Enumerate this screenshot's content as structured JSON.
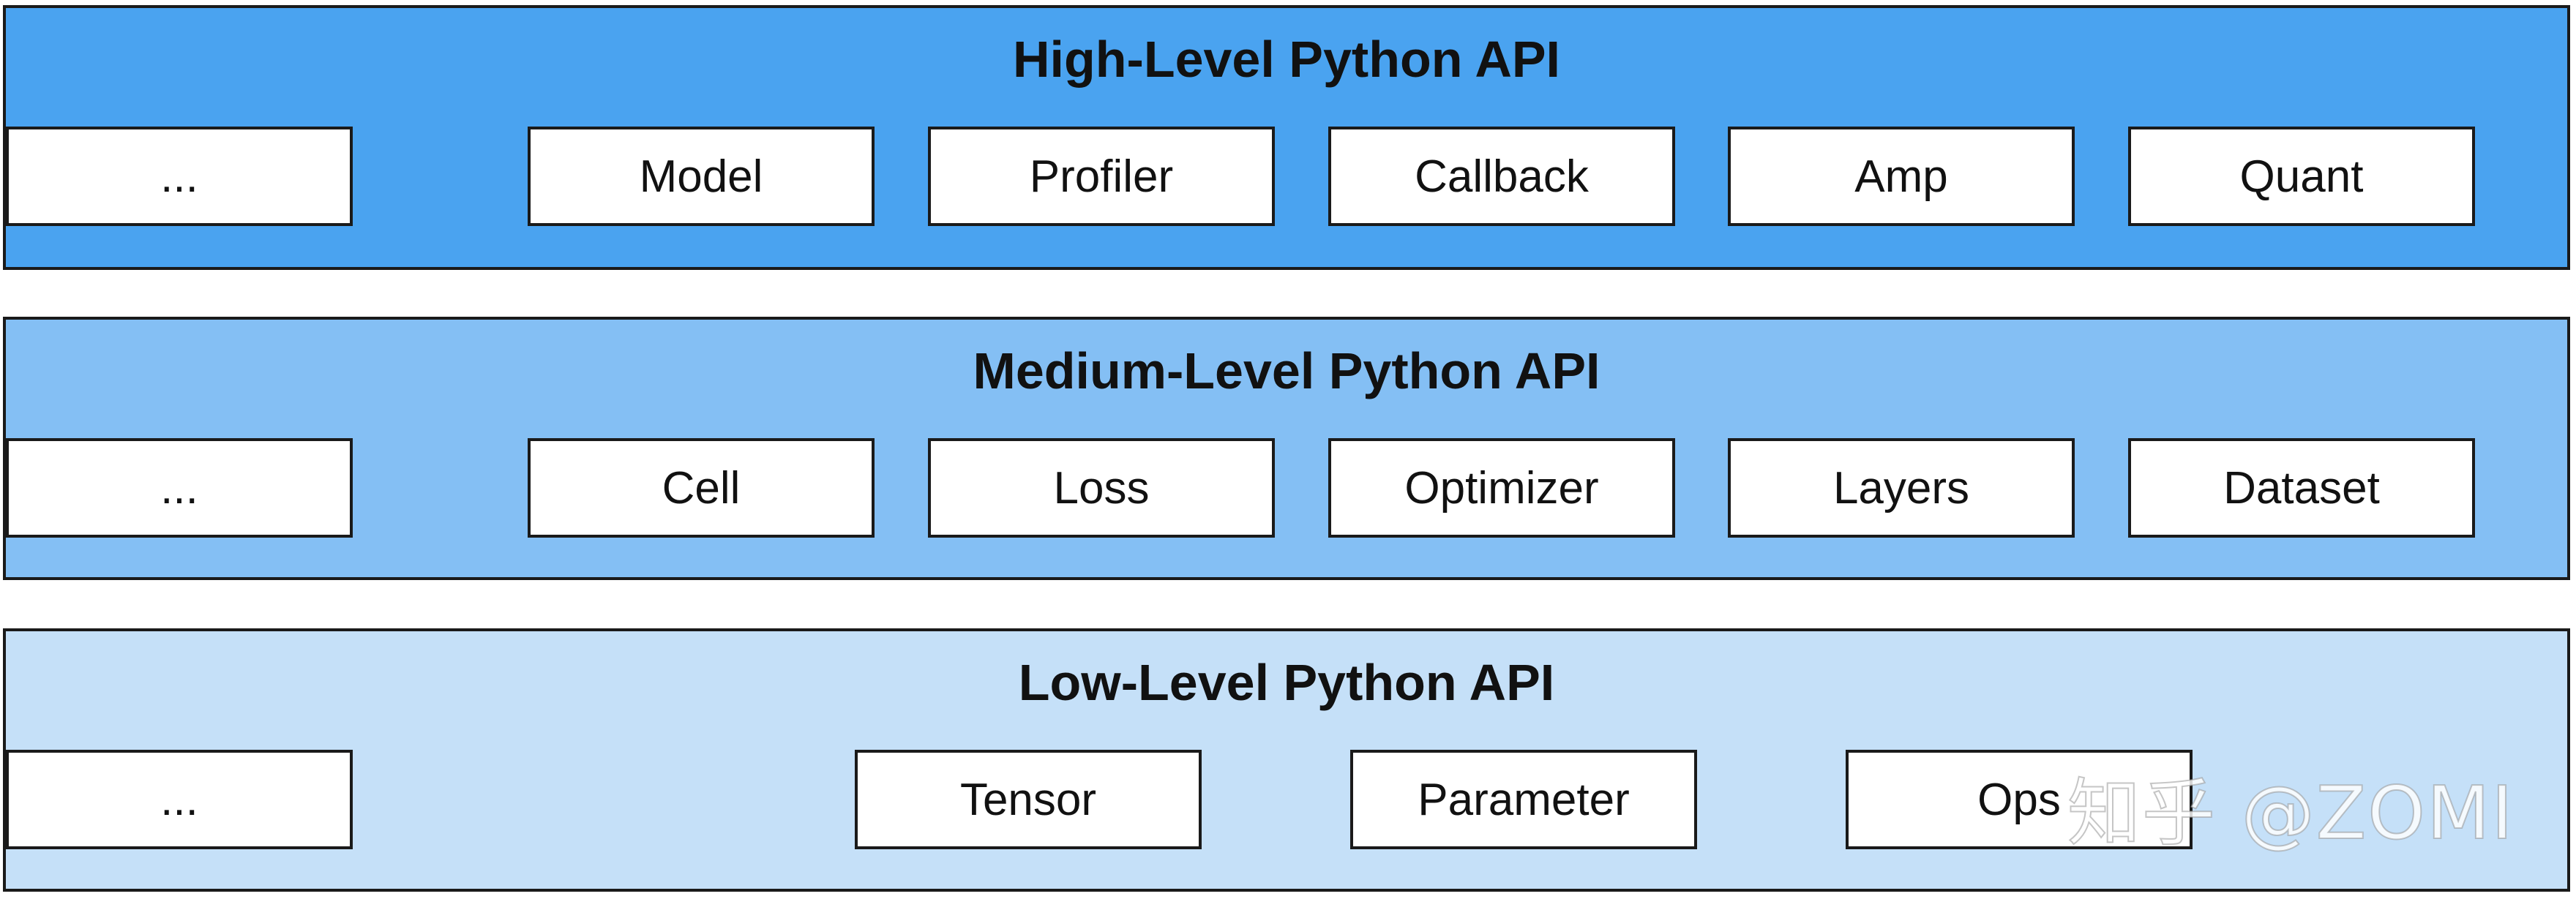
{
  "layers": [
    {
      "title": "High-Level Python API",
      "items": [
        "Model",
        "Profiler",
        "Callback",
        "Amp",
        "Quant",
        "..."
      ]
    },
    {
      "title": "Medium-Level Python API",
      "items": [
        "Cell",
        "Loss",
        "Optimizer",
        "Layers",
        "Dataset",
        "..."
      ]
    },
    {
      "title": "Low-Level Python API",
      "items": [
        "Tensor",
        "Parameter",
        "Ops",
        "..."
      ]
    }
  ],
  "watermark": "知乎 @ZOMI",
  "colors": {
    "high_layer": "#4aa3f0",
    "medium_layer": "#84bff4",
    "low_layer": "#c5e0f8",
    "box_fill": "#ffffff",
    "border": "#1a1a1a"
  }
}
